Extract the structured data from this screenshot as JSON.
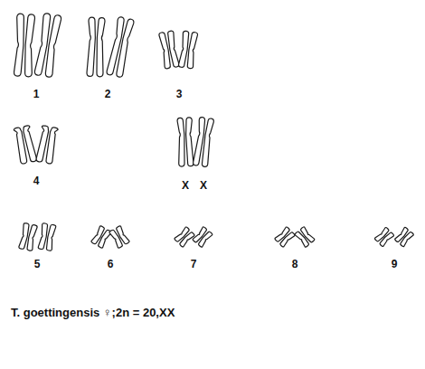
{
  "diagram": {
    "caption": "T. goettingensis ♀;2n = 20,XX",
    "labels": [
      "1",
      "2",
      "3",
      "4",
      "X",
      "X",
      "5",
      "6",
      "7",
      "8",
      "9"
    ]
  }
}
